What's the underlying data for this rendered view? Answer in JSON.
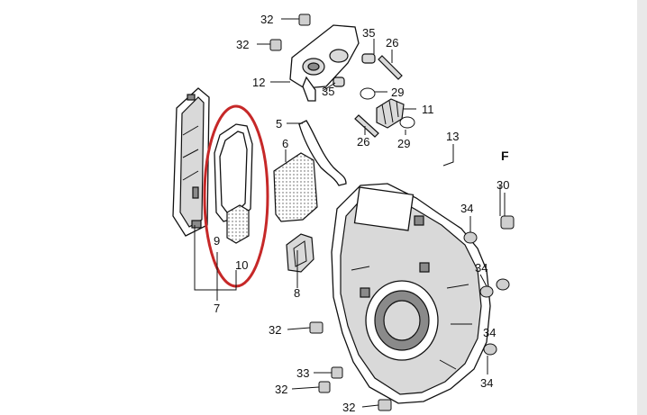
{
  "header_mark": "F",
  "highlight_color": "#c62828",
  "line_color": "#111111",
  "callouts": [
    {
      "id": "c32a",
      "text": "32"
    },
    {
      "id": "c32b",
      "text": "32"
    },
    {
      "id": "c35a",
      "text": "35"
    },
    {
      "id": "c26a",
      "text": "26"
    },
    {
      "id": "c12",
      "text": "12"
    },
    {
      "id": "c35b",
      "text": "35"
    },
    {
      "id": "c29a",
      "text": "29"
    },
    {
      "id": "c11",
      "text": "11"
    },
    {
      "id": "c5",
      "text": "5"
    },
    {
      "id": "c26b",
      "text": "26"
    },
    {
      "id": "c29b",
      "text": "29"
    },
    {
      "id": "c13",
      "text": "13"
    },
    {
      "id": "c6",
      "text": "6"
    },
    {
      "id": "c30",
      "text": "30"
    },
    {
      "id": "c34a",
      "text": "34"
    },
    {
      "id": "c9",
      "text": "9"
    },
    {
      "id": "c10",
      "text": "10"
    },
    {
      "id": "c34b",
      "text": "34"
    },
    {
      "id": "c8",
      "text": "8"
    },
    {
      "id": "c7",
      "text": "7"
    },
    {
      "id": "c32c",
      "text": "32"
    },
    {
      "id": "c34c",
      "text": "34"
    },
    {
      "id": "c33",
      "text": "33"
    },
    {
      "id": "c32d",
      "text": "32"
    },
    {
      "id": "c34d",
      "text": "34"
    },
    {
      "id": "c32e",
      "text": "32"
    }
  ]
}
